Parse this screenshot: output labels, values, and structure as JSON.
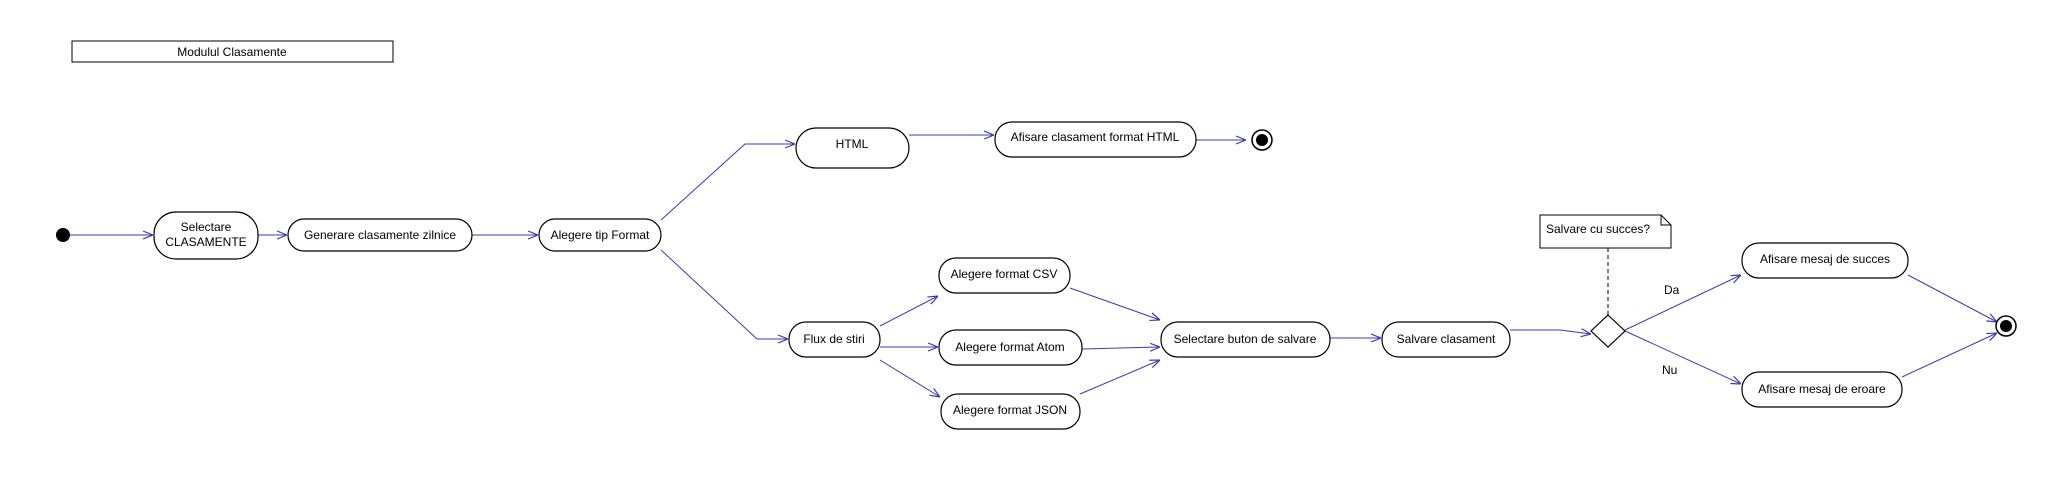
{
  "diagram": {
    "title": "Modulul Clasamente",
    "nodes": {
      "selectare_1": "Selectare",
      "selectare_2": "CLASAMENTE",
      "generare": "Generare clasamente zilnice",
      "alegere_tip": "Alegere tip Format",
      "html": "HTML",
      "afisare_html": "Afisare clasament format HTML",
      "flux": "Flux de stiri",
      "csv": "Alegere format CSV",
      "atom": "Alegere format Atom",
      "json": "Alegere format JSON",
      "selectare_buton": "Selectare buton de salvare",
      "salvare": "Salvare clasament",
      "succes": "Afisare mesaj  de succes",
      "eroare": "Afisare mesaj de eroare"
    },
    "note": "Salvare cu succes?",
    "guards": {
      "da": "Da",
      "nu": "Nu"
    },
    "colors": {
      "flow": "#3b3bb0",
      "outline": "#000000"
    }
  }
}
